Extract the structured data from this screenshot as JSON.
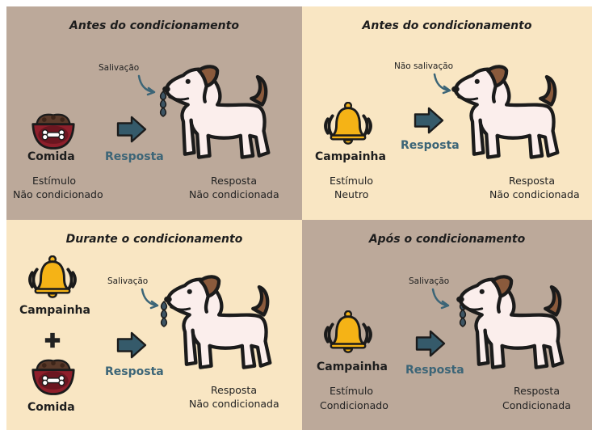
{
  "panels": {
    "top_left": {
      "title": "Antes do condicionamento",
      "saliva_label": "Salivação",
      "stimulus_name": "Comida",
      "stimulus_desc_1": "Estímulo",
      "stimulus_desc_2": "Não condicionado",
      "arrow_label": "Resposta",
      "response_desc_1": "Resposta",
      "response_desc_2": "Não condicionada"
    },
    "top_right": {
      "title": "Antes do condicionamento",
      "saliva_label": "Não salivação",
      "stimulus_name": "Campainha",
      "stimulus_desc_1": "Estímulo",
      "stimulus_desc_2": "Neutro",
      "arrow_label": "Resposta",
      "response_desc_1": "Resposta",
      "response_desc_2": "Não condicionada"
    },
    "bottom_left": {
      "title": "Durante o condicionamento",
      "saliva_label": "Salivação",
      "stimulus_name_1": "Campainha",
      "stimulus_name_2": "Comida",
      "arrow_label": "Resposta",
      "response_desc_1": "Resposta",
      "response_desc_2": "Não condicionada"
    },
    "bottom_right": {
      "title": "Após o condicionamento",
      "saliva_label": "Salivação",
      "stimulus_name": "Campainha",
      "stimulus_desc_1": "Estímulo",
      "stimulus_desc_2": "Condicionado",
      "arrow_label": "Resposta",
      "response_desc_1": "Resposta",
      "response_desc_2": "Condicionada"
    }
  },
  "icons": {
    "dog": "dog-icon",
    "food_bowl": "food-bowl-icon",
    "bell": "bell-icon",
    "arrow": "arrow-right-icon",
    "saliva": "saliva-drops-icon",
    "plus": "plus-icon"
  },
  "colors": {
    "panel_dark": "#bca99a",
    "panel_light": "#f9e6c3",
    "accent_text": "#3c6577",
    "arrow": "#355a6a",
    "bell": "#f5b316",
    "bowl": "#8e1f2b",
    "dog_body": "#fbeeec",
    "dog_ear": "#8a5a3c"
  }
}
